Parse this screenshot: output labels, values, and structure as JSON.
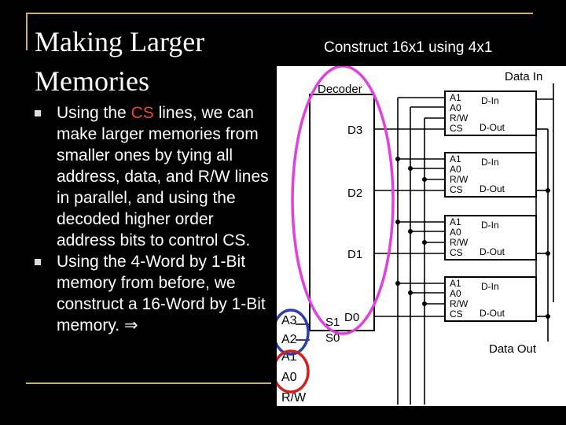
{
  "slide": {
    "title": "Making Larger Memories",
    "subtitle": "Construct 16x1 using 4x1",
    "bullets": [
      {
        "before": "Using the ",
        "highlight": "CS",
        "after": " lines, we can make larger memories from smaller ones by tying all address, data, and R/W lines in parallel, and using the decoded higher order address bits to control CS."
      },
      {
        "before": "Using the 4-Word by 1-Bit memory from before, we construct a 16-Word by 1-Bit memory. ",
        "highlight": "",
        "after": "⇒"
      }
    ]
  },
  "diagram": {
    "decoder_label": "Decoder",
    "data_in_label": "Data In",
    "data_out_label": "Data Out",
    "decoder_outputs": [
      "D3",
      "D2",
      "D1",
      "D0"
    ],
    "decoder_selects": [
      "S1",
      "S0"
    ],
    "chip_pins": {
      "a1": "A1",
      "a0": "A0",
      "rw": "R/W",
      "cs": "CS",
      "din": "D-In",
      "dout": "D-Out"
    },
    "inputs": [
      "A3",
      "A2",
      "A1",
      "A0",
      "R/W"
    ],
    "colors": {
      "accent_red": "#e3492f",
      "frame_gold": "#c9b458",
      "circle_magenta": "#e040e0",
      "circle_blue": "#2b3fb0",
      "circle_red": "#d02020"
    }
  }
}
